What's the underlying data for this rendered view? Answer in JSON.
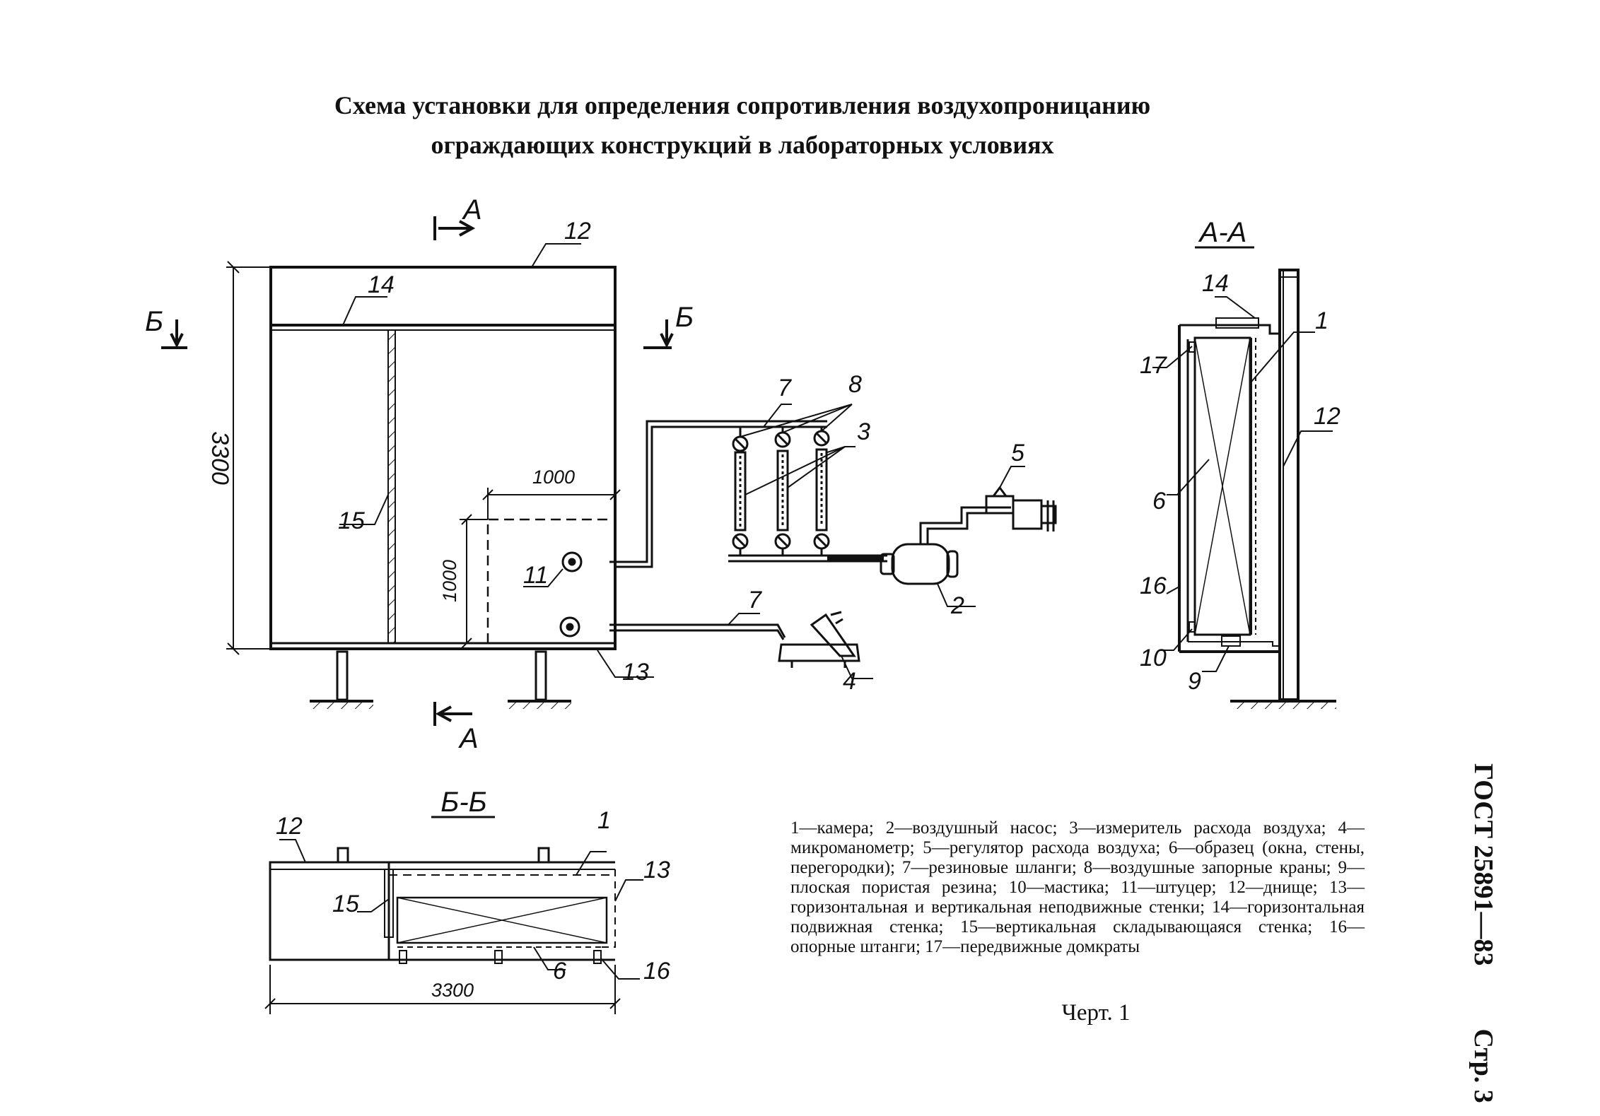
{
  "title": {
    "line1": "Схема установки для определения сопротивления воздухопроницанию",
    "line2": "ограждающих конструкций в лабораторных условиях"
  },
  "diagram": {
    "section_aa_label": "А-А",
    "section_bb_label": "Б-Б",
    "cut_a_letter": "А",
    "cut_b_letter": "Б",
    "dim_height": "3300",
    "dim_width": "3300",
    "dim_1000_horizontal": "1000",
    "dim_1000_vertical": "1000",
    "callouts": {
      "n1": "1",
      "n2": "2",
      "n3": "3",
      "n4": "4",
      "n5": "5",
      "n6": "6",
      "n7": "7",
      "n8": "8",
      "n9": "9",
      "n10": "10",
      "n11": "11",
      "n12": "12",
      "n13": "13",
      "n14": "14",
      "n15": "15",
      "n16": "16",
      "n17": "17"
    }
  },
  "legend": {
    "text": "1—камера; 2—воздушный насос; 3—измеритель расхода воздуха; 4—микроманометр; 5—регулятор расхода воздуха; 6—образец (окна, стены, перегородки); 7—резиновые шланги; 8—воздушные запорные краны; 9—плоская пористая резина; 10—мастика; 11—штуцер; 12—днище; 13—горизонтальная и вертикальная неподвижные стенки; 14—горизонтальная подвижная стенка; 15—вертикальная складывающаяся стенка; 16—опорные штанги; 17—передвижные домкраты"
  },
  "caption": "Черт. 1",
  "side": {
    "standard": "ГОСТ 25891—83",
    "page": "Стр. 3"
  }
}
